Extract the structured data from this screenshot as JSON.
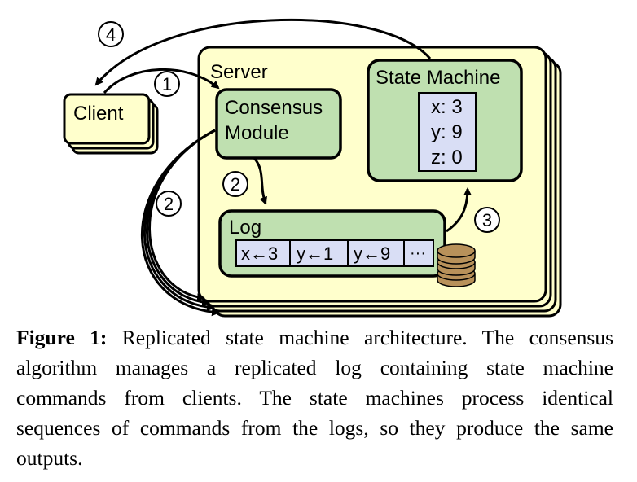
{
  "diagram": {
    "server_label": "Server",
    "client_label": "Client",
    "consensus_label_line1": "Consensus",
    "consensus_label_line2": "Module",
    "state_machine_label": "State Machine",
    "state_values": [
      "x: 3",
      "y: 9",
      "z: 0"
    ],
    "log_label": "Log",
    "log_entries": [
      "x←3",
      "y←1",
      "y←9",
      "···"
    ],
    "step_markers": [
      "4",
      "1",
      "2",
      "2",
      "3"
    ],
    "colors": {
      "server_fill": "#FFFFCC",
      "module_fill": "#BFE0B0",
      "state_table_fill": "#D9DEF5",
      "disk_fill": "#B8915A"
    }
  },
  "caption": {
    "label": "Figure 1:",
    "text": "Replicated state machine architecture. The consensus algorithm manages a replicated log containing state machine commands from clients. The state machines process identical sequences of commands from the logs, so they produce the same outputs."
  }
}
